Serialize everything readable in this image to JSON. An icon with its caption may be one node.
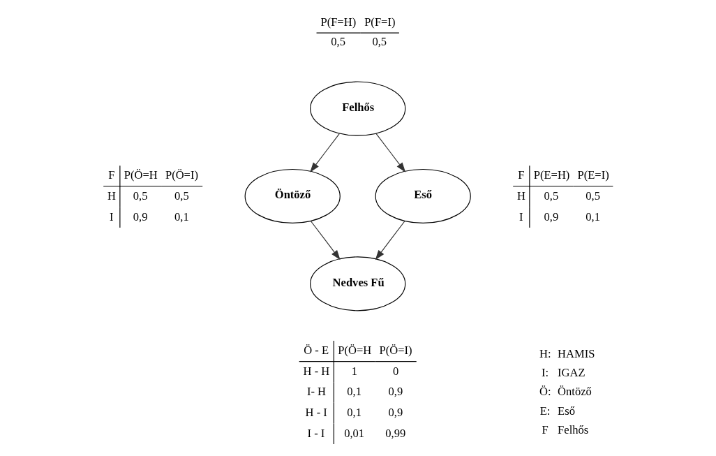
{
  "diagram": {
    "nodes": [
      {
        "text": [
          "Felhős"
        ]
      },
      {
        "text": [
          "Öntöző"
        ]
      },
      {
        "text": [
          "Eső"
        ]
      },
      {
        "text": [
          "Nedves Fű"
        ]
      }
    ],
    "edges": [
      {
        "from": 0,
        "to": 1,
        "arrow": "to"
      },
      {
        "from": 0,
        "to": 2,
        "arrow": "to"
      },
      {
        "from": 1,
        "to": 3,
        "arrow": "to"
      },
      {
        "from": 2,
        "to": 3,
        "arrow": "to"
      }
    ],
    "labels": [
      "P(F=H)",
      "P(F=I)",
      "0,5",
      "0,5",
      "F",
      "P(Ö=H",
      "P(Ö=I)",
      "H",
      "0,5",
      "0,5",
      "I",
      "0,9",
      "0,1",
      "F",
      "P(E=H)",
      "P(E=I)",
      "H",
      "0,5",
      "0,5",
      "I",
      "0,9",
      "0,1",
      "Ö - E",
      "P(Ö=H",
      "P(Ö=I)",
      "H - H",
      "1",
      "0",
      "I- H",
      "0,1",
      "0,9",
      "H - I",
      "0,1",
      "0,9",
      "I - I",
      "0,01",
      "0,99",
      "H:",
      "HAMIS",
      "I:",
      "IGAZ",
      "Ö:",
      "Öntöző",
      "E:",
      "Eső",
      "F",
      "Felhős"
    ]
  }
}
